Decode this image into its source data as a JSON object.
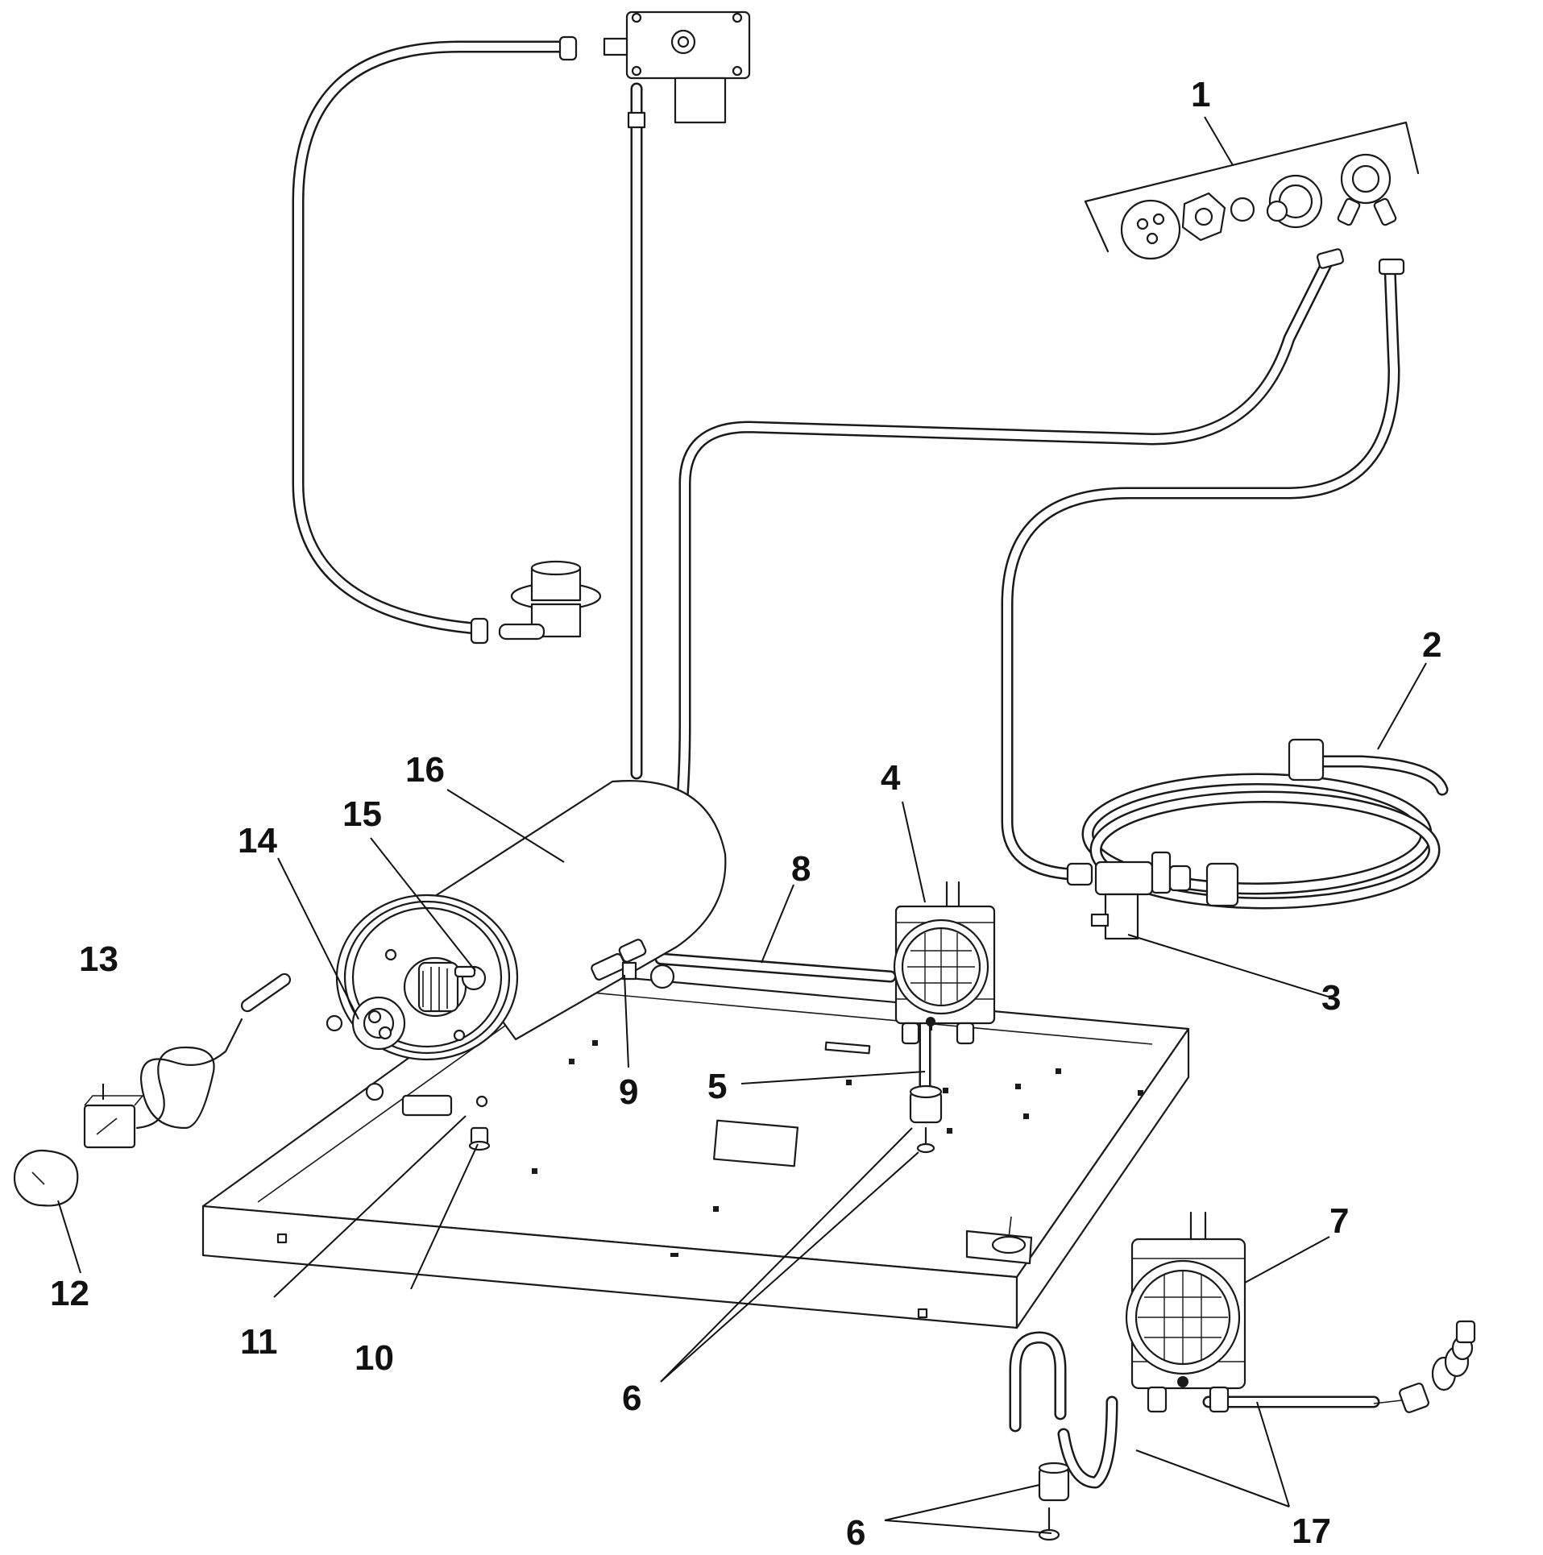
{
  "callouts": [
    {
      "id": "1",
      "label": "1"
    },
    {
      "id": "2",
      "label": "2"
    },
    {
      "id": "3",
      "label": "3"
    },
    {
      "id": "4",
      "label": "4"
    },
    {
      "id": "5",
      "label": "5"
    },
    {
      "id": "6a",
      "label": "6"
    },
    {
      "id": "6b",
      "label": "6"
    },
    {
      "id": "7",
      "label": "7"
    },
    {
      "id": "8",
      "label": "8"
    },
    {
      "id": "9",
      "label": "9"
    },
    {
      "id": "10",
      "label": "10"
    },
    {
      "id": "11",
      "label": "11"
    },
    {
      "id": "12",
      "label": "12"
    },
    {
      "id": "13",
      "label": "13"
    },
    {
      "id": "14",
      "label": "14"
    },
    {
      "id": "15",
      "label": "15"
    },
    {
      "id": "16",
      "label": "16"
    },
    {
      "id": "17",
      "label": "17"
    }
  ],
  "colors": {
    "line": "#1a1a1a",
    "background": "#ffffff"
  }
}
